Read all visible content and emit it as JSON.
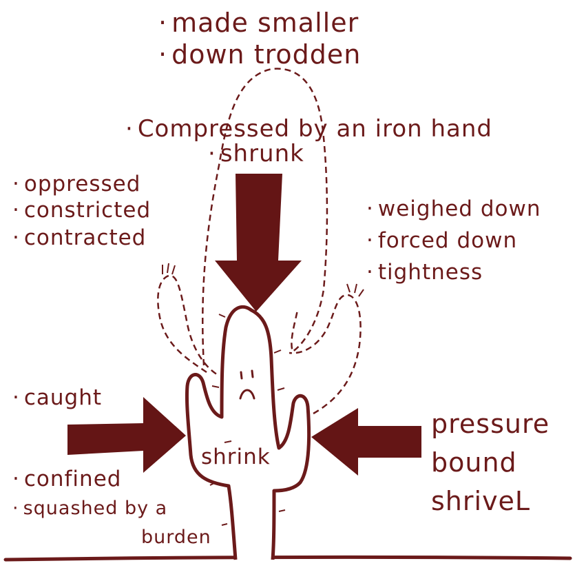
{
  "colors": {
    "ink": "#6b1a1a",
    "fill": "#641515",
    "background": "#ffffff"
  },
  "top_words": [
    "made smaller",
    "down trodden"
  ],
  "middle_words": [
    "Compressed by an iron hand",
    "shrunk"
  ],
  "left_top_words": [
    "oppressed",
    "constricted",
    "contracted"
  ],
  "right_top_words": [
    "weighed down",
    "forced down",
    "tightness"
  ],
  "left_bottom_words": [
    "caught",
    "confined",
    "squashed by a",
    "burden"
  ],
  "right_bottom_words": [
    "pressure",
    "bound",
    "shriveL"
  ],
  "center_word": "shrink",
  "bullet": "·"
}
